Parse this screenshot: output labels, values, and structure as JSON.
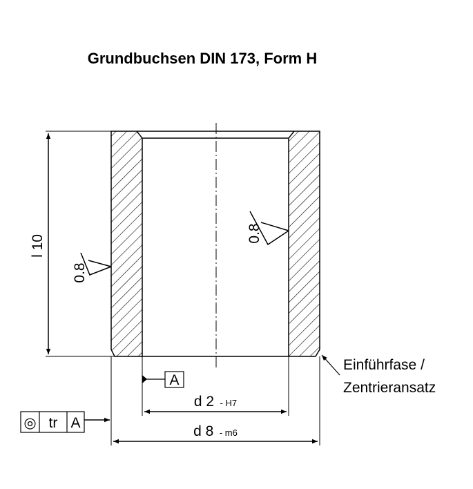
{
  "title": "Grundbuchsen DIN 173, Form H",
  "dimensions": {
    "length": "l 10",
    "inner_diameter": "d 2",
    "inner_tolerance": "- H7",
    "outer_diameter": "d 8",
    "outer_tolerance": "- m6"
  },
  "surface_finish": {
    "outer": "0.8",
    "inner": "0.8"
  },
  "datum": {
    "label": "A"
  },
  "tolerance_frame": {
    "symbol": "◎",
    "value": "tr",
    "datum": "A"
  },
  "note": {
    "line1": "Einführfase /",
    "line2": "Zentrieransatz"
  },
  "colors": {
    "line": "#000000",
    "background": "#ffffff"
  }
}
